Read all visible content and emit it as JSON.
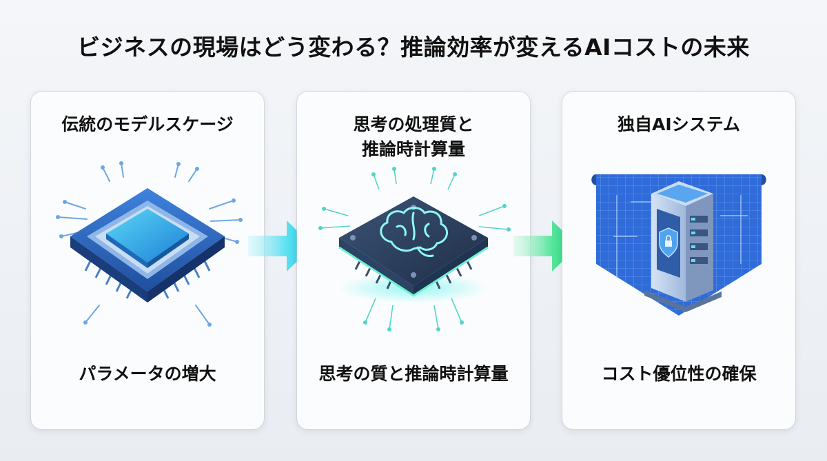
{
  "title": "ビジネスの現場はどう変わる？推論効率が変えるAIコストの未来",
  "steps": [
    {
      "heading": "伝統のモデルスケージ",
      "caption": "パラメータの増大",
      "icon": "chip-icon"
    },
    {
      "heading_lines": [
        "思考の処理質と",
        "推論時計算量"
      ],
      "caption": "思考の質と推論時計算量",
      "icon": "brain-chip-icon"
    },
    {
      "heading": "独自AIシステム",
      "caption": "コスト優位性の確保",
      "icon": "secure-server-icon"
    }
  ],
  "colors": {
    "chip_blue": "#2d6fcf",
    "chip_top": "#3ec4ef",
    "dark_chip": "#2a3d5c",
    "glow_cyan": "#5fe3f0",
    "arrow_cyan": "#34d3ea",
    "arrow_green": "#2fd882",
    "blueprint": "#2f6bd9"
  }
}
